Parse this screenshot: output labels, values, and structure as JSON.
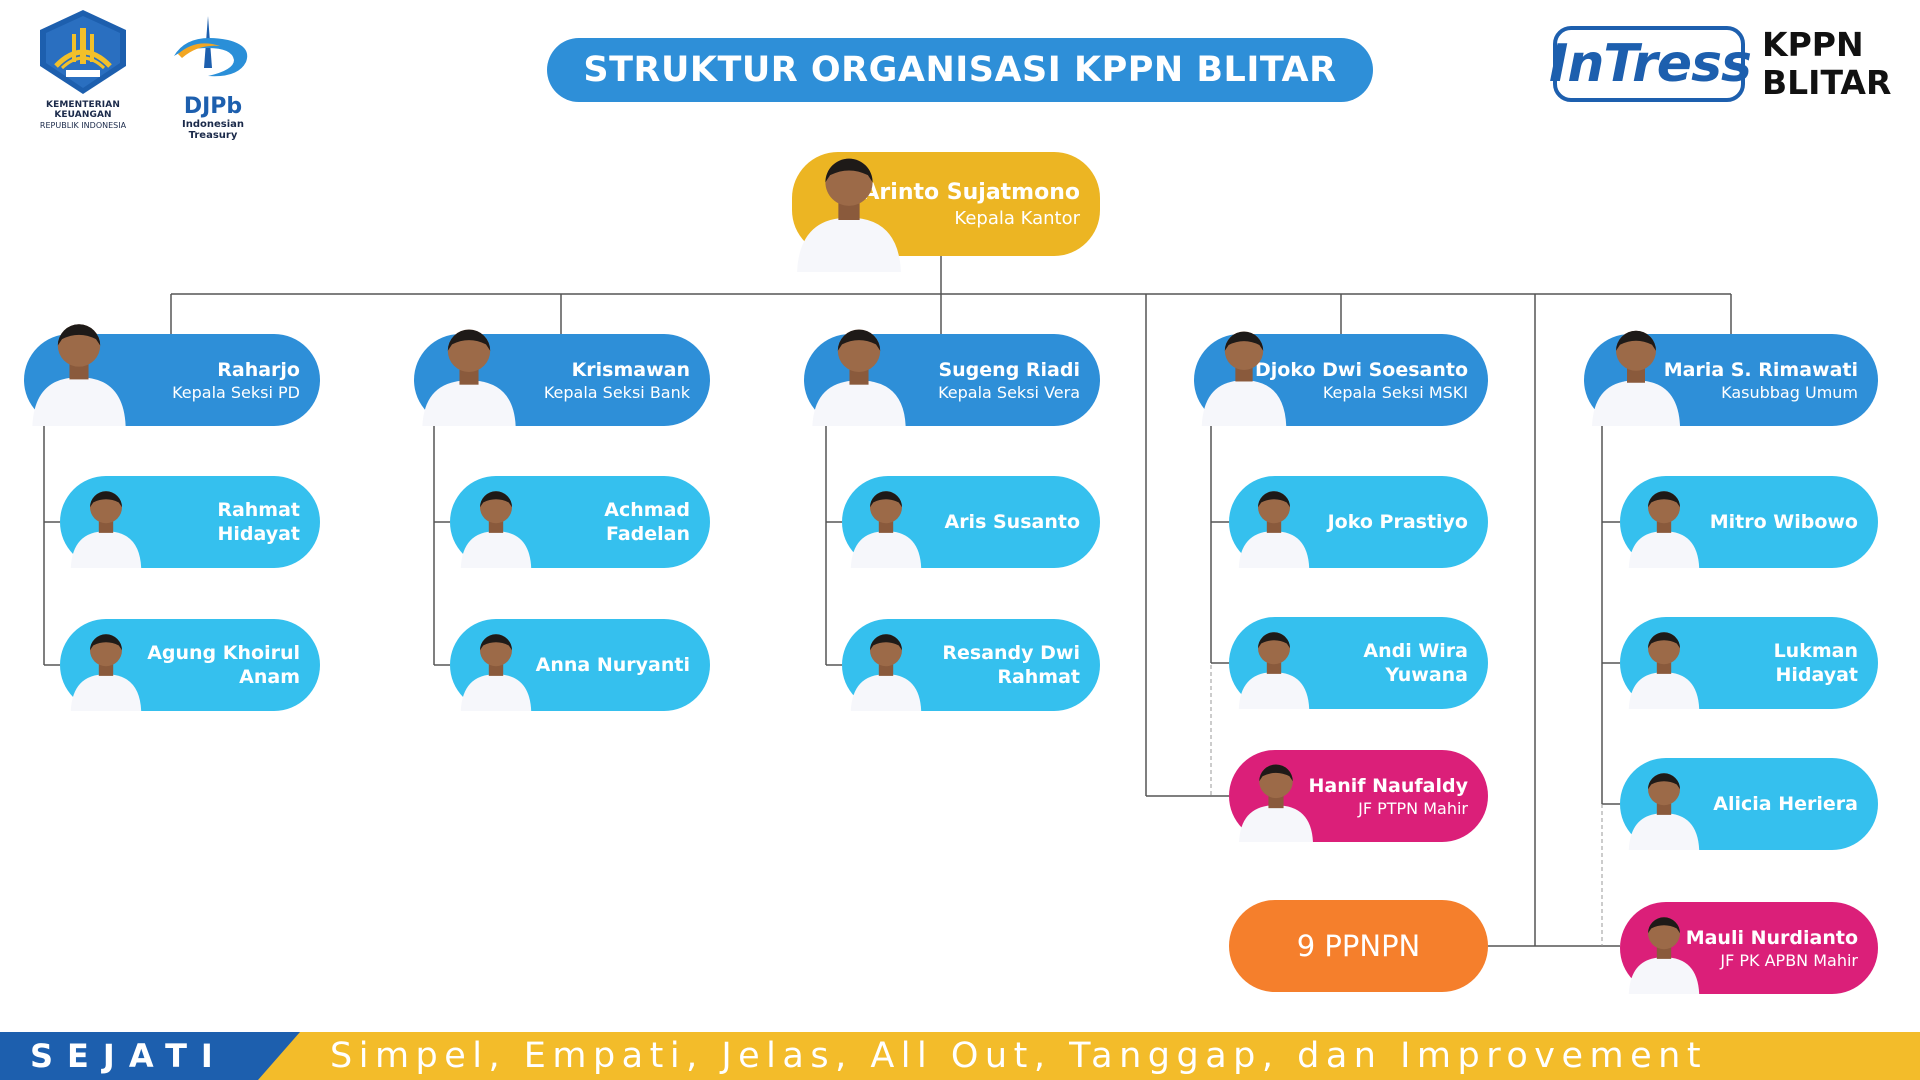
{
  "header": {
    "kemenkeu_line1": "KEMENTERIAN KEUANGAN",
    "kemenkeu_line2": "REPUBLIK INDONESIA",
    "djpb_name": "DJPb",
    "djpb_sub": "Indonesian Treasury",
    "title": "STRUKTUR ORGANISASI KPPN BLITAR",
    "intress_logo": "InTress",
    "kppn_line1": "KPPN",
    "kppn_line2": "BLITAR"
  },
  "colors": {
    "head": "#2e8fd8",
    "staff": "#35c0ee",
    "jf": "#db1f79",
    "chief": "#ecb523",
    "ppnpn": "#f57f2c",
    "brand_blue": "#1d5fae",
    "footer_yellow": "#f3bc2a"
  },
  "chief": {
    "name": "Arinto Sujatmono",
    "role": "Kepala Kantor"
  },
  "columns": [
    {
      "head": {
        "name": "Raharjo",
        "role": "Kepala Seksi PD"
      },
      "staff": [
        {
          "name": "Rahmat Hidayat"
        },
        {
          "name": "Agung Khoirul Anam"
        }
      ]
    },
    {
      "head": {
        "name": "Krismawan",
        "role": "Kepala Seksi Bank"
      },
      "staff": [
        {
          "name": "Achmad Fadelan"
        },
        {
          "name": "Anna Nuryanti"
        }
      ]
    },
    {
      "head": {
        "name": "Sugeng Riadi",
        "role": "Kepala Seksi Vera"
      },
      "staff": [
        {
          "name": "Aris Susanto"
        },
        {
          "name": "Resandy Dwi Rahmat"
        }
      ]
    },
    {
      "head": {
        "name": "Djoko Dwi Soesanto",
        "role": "Kepala Seksi MSKI"
      },
      "staff": [
        {
          "name": "Joko Prastiyo"
        },
        {
          "name": "Andi Wira Yuwana"
        }
      ],
      "jf": {
        "name": "Hanif Naufaldy",
        "role": "JF PTPN Mahir"
      }
    },
    {
      "head": {
        "name": "Maria S. Rimawati",
        "role": "Kasubbag Umum"
      },
      "staff": [
        {
          "name": "Mitro Wibowo"
        },
        {
          "name": "Lukman Hidayat"
        },
        {
          "name": "Alicia Heriera"
        }
      ],
      "jf": {
        "name": "Mauli Nurdianto",
        "role": "JF PK APBN Mahir"
      }
    }
  ],
  "ppnpn": {
    "label": "9 PPNPN"
  },
  "footer": {
    "left": "SEJATI",
    "motto": "Simpel, Empati, Jelas, All Out, Tanggap, dan Improvement"
  },
  "icons": {
    "kemenkeu": "kemenkeu-emblem-icon",
    "djpb": "djpb-swirl-icon",
    "avatar": "person-avatar-icon"
  }
}
